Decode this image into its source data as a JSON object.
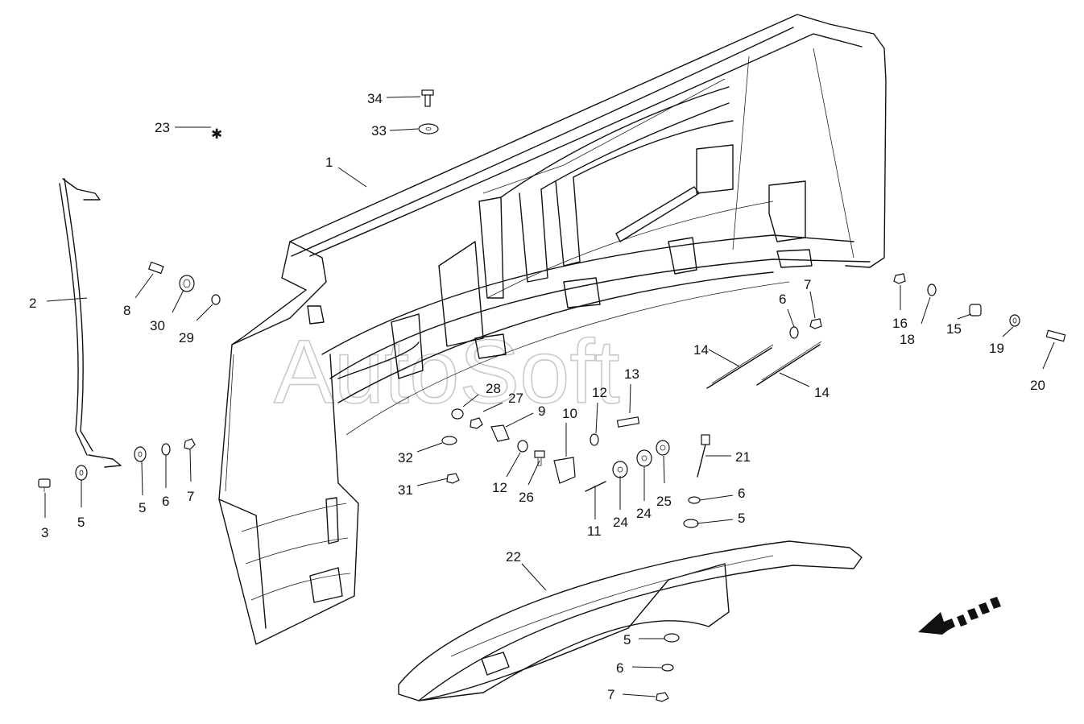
{
  "watermark": "AutoSoft",
  "star_symbol": "✱",
  "callouts": [
    "1",
    "2",
    "3",
    "5",
    "5",
    "5",
    "5",
    "6",
    "6",
    "6",
    "6",
    "7",
    "7",
    "7",
    "8",
    "9",
    "10",
    "11",
    "12",
    "12",
    "13",
    "14",
    "14",
    "15",
    "16",
    "18",
    "19",
    "20",
    "21",
    "22",
    "23",
    "24",
    "24",
    "25",
    "26",
    "27",
    "28",
    "29",
    "30",
    "31",
    "32",
    "33",
    "34"
  ]
}
